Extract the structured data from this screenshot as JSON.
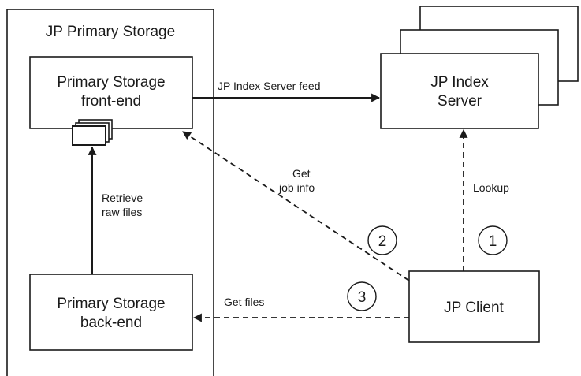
{
  "storage_group": {
    "title": "JP Primary Storage"
  },
  "frontend": {
    "line1": "Primary Storage",
    "line2": "front-end"
  },
  "backend": {
    "line1": "Primary Storage",
    "line2": "back-end"
  },
  "index_server": {
    "line1": "JP Index",
    "line2": "Server"
  },
  "client": {
    "label": "JP Client"
  },
  "edges": {
    "feed": "JP Index Server feed",
    "retrieve_1": "Retrieve",
    "retrieve_2": "raw files",
    "get_job_1": "Get",
    "get_job_2": "job info",
    "lookup": "Lookup",
    "get_files": "Get files"
  },
  "steps": {
    "one": "1",
    "two": "2",
    "three": "3"
  }
}
